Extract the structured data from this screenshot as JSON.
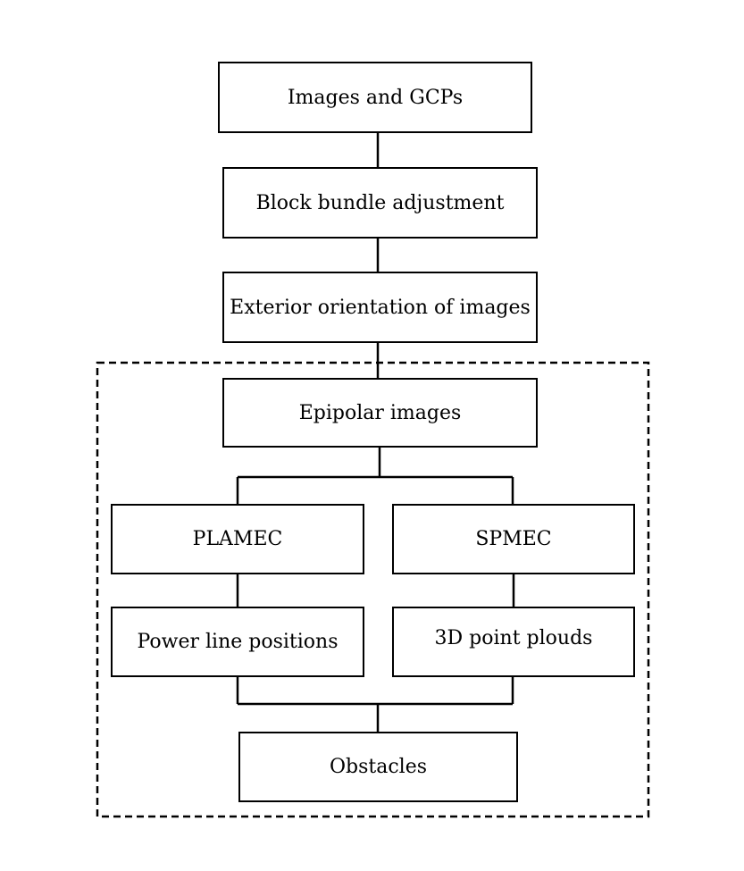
{
  "nodes": {
    "images_gcps": "Images and GCPs",
    "block_bundle": "Block bundle adjustment",
    "exterior_orientation": "Exterior orientation of images",
    "epipolar": "Epipolar images",
    "plamec": "PLAMEC",
    "spmec": "SPMEC",
    "power_line": "Power line positions",
    "point_clouds": "3D point plouds",
    "obstacles": "Obstacles"
  }
}
